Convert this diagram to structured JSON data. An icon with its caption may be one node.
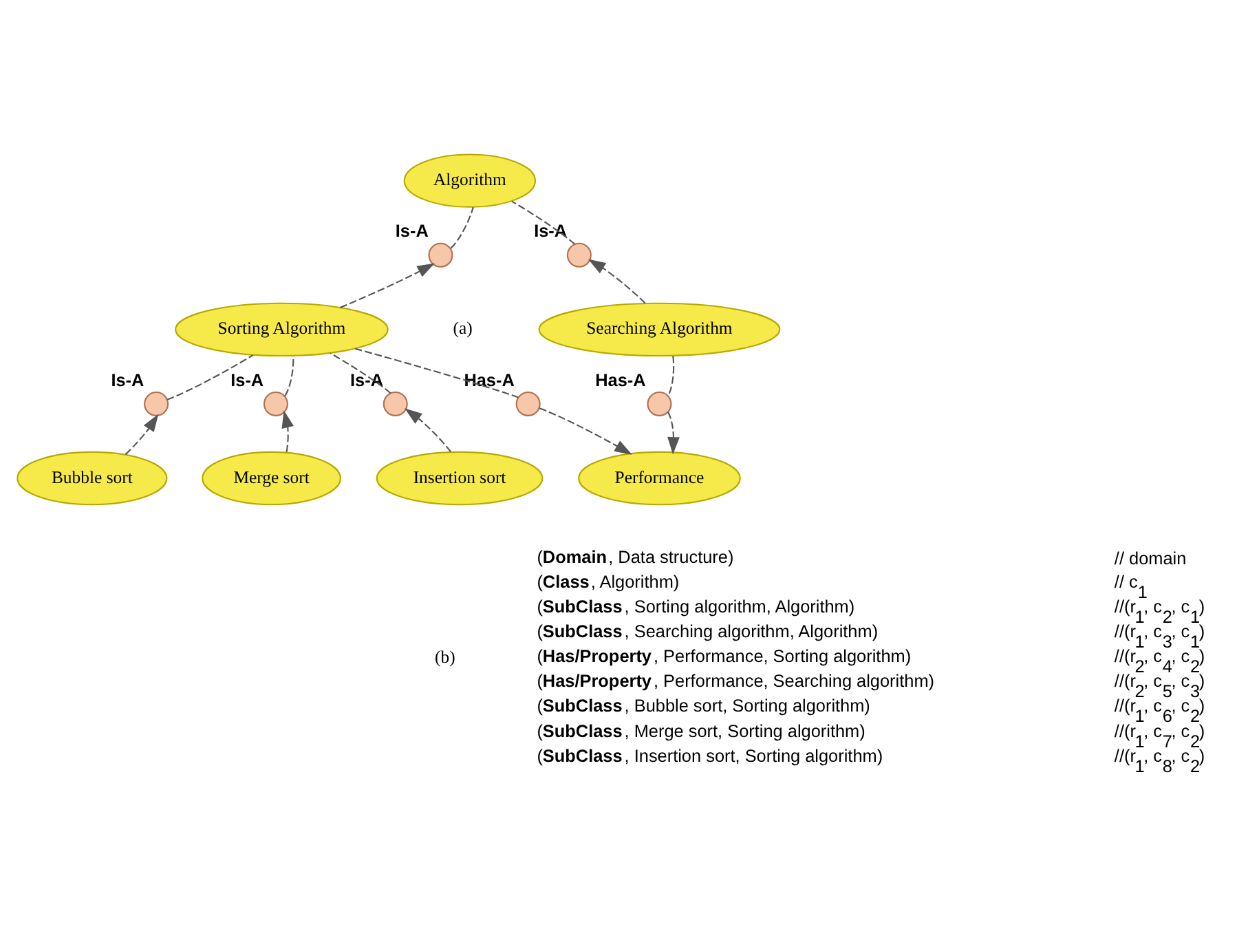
{
  "diagram": {
    "nodes": [
      {
        "text": [
          "Algorithm"
        ]
      },
      {
        "text": [
          "Searching Algorithm"
        ]
      },
      {
        "text": [
          "Sorting Algorithm"
        ]
      },
      {
        "text": [
          "Performance"
        ]
      },
      {
        "text": [
          "Bubble sort"
        ]
      },
      {
        "text": [
          "Merge sort"
        ]
      },
      {
        "text": [
          "Insertion sort"
        ]
      },
      {
        "text": [],
        "shape": "circle",
        "beside": [
          "Is-A"
        ]
      },
      {
        "text": [],
        "shape": "circle",
        "beside": [
          "Is-A"
        ]
      },
      {
        "text": [],
        "shape": "circle",
        "beside": [
          "Has-A"
        ]
      },
      {
        "text": [],
        "shape": "circle",
        "beside": [
          "Has-A"
        ]
      },
      {
        "text": [],
        "shape": "circle",
        "beside": [
          "Is-A"
        ]
      },
      {
        "text": [],
        "shape": "circle",
        "beside": [
          "Is-A"
        ]
      },
      {
        "text": [],
        "shape": "circle",
        "beside": [
          "Is-A"
        ]
      }
    ],
    "edges": [
      {
        "from": 1,
        "to": 7,
        "arrow": "to",
        "style": "dashed"
      },
      {
        "from": 7,
        "to": 0,
        "arrow": "none",
        "style": "dashed"
      },
      {
        "from": 2,
        "to": 8,
        "arrow": "to",
        "style": "dashed"
      },
      {
        "from": 8,
        "to": 0,
        "arrow": "none",
        "style": "dashed"
      },
      {
        "from": 1,
        "to": 9,
        "arrow": "none",
        "style": "dashed"
      },
      {
        "from": 9,
        "to": 3,
        "arrow": "to",
        "style": "dashed"
      },
      {
        "from": 2,
        "to": 10,
        "arrow": "none",
        "style": "dashed"
      },
      {
        "from": 10,
        "to": 3,
        "arrow": "to",
        "style": "dashed"
      },
      {
        "from": 4,
        "to": 11,
        "arrow": "to",
        "style": "dashed"
      },
      {
        "from": 11,
        "to": 2,
        "arrow": "none",
        "style": "dashed"
      },
      {
        "from": 5,
        "to": 12,
        "arrow": "to",
        "style": "dashed"
      },
      {
        "from": 12,
        "to": 2,
        "arrow": "none",
        "style": "dashed"
      },
      {
        "from": 6,
        "to": 13,
        "arrow": "to",
        "style": "dashed"
      },
      {
        "from": 13,
        "to": 2,
        "arrow": "none",
        "style": "dashed"
      }
    ],
    "labels": [
      "(a)",
      "(b)",
      "(**Domain**, Data structure)",
      "// domain",
      "(**Class**, Algorithm)",
      "// c$_{1}$",
      "(**SubClass**, Sorting algorithm, Algorithm)",
      "//(r$_{1}$, c$_{2}$, c$_{1}$)",
      "(**SubClass**, Searching algorithm, Algorithm)",
      "//(r$_{1}$, c$_{3}$, c$_{1}$)",
      "(**Has/Property**, Performance, Sorting algorithm)",
      "//(r$_{2}$, c$_{4}$, c$_{2}$)",
      "(**Has/Property**, Performance, Searching algorithm)",
      "//(r$_{2}$, c$_{5}$, c$_{3}$)",
      "(**SubClass**, Bubble sort, Sorting algorithm)",
      "//(r$_{1}$, c$_{6}$, c$_{2}$)",
      "(**SubClass**, Merge sort, Sorting algorithm)",
      "//(r$_{1}$, c$_{7}$, c$_{2}$)",
      "(**SubClass**, Insertion sort, Sorting algorithm)",
      "//(r$_{1}$, c$_{8}$, c$_{2}$)"
    ]
  }
}
